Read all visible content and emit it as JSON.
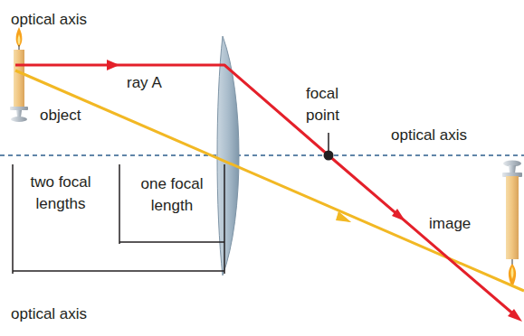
{
  "diagram": {
    "labels": [
      "optical axis",
      "focal point",
      "ray A",
      "object",
      "optical axis",
      "two focal lengths",
      "one focal length",
      "image",
      "optical axis"
    ]
  }
}
